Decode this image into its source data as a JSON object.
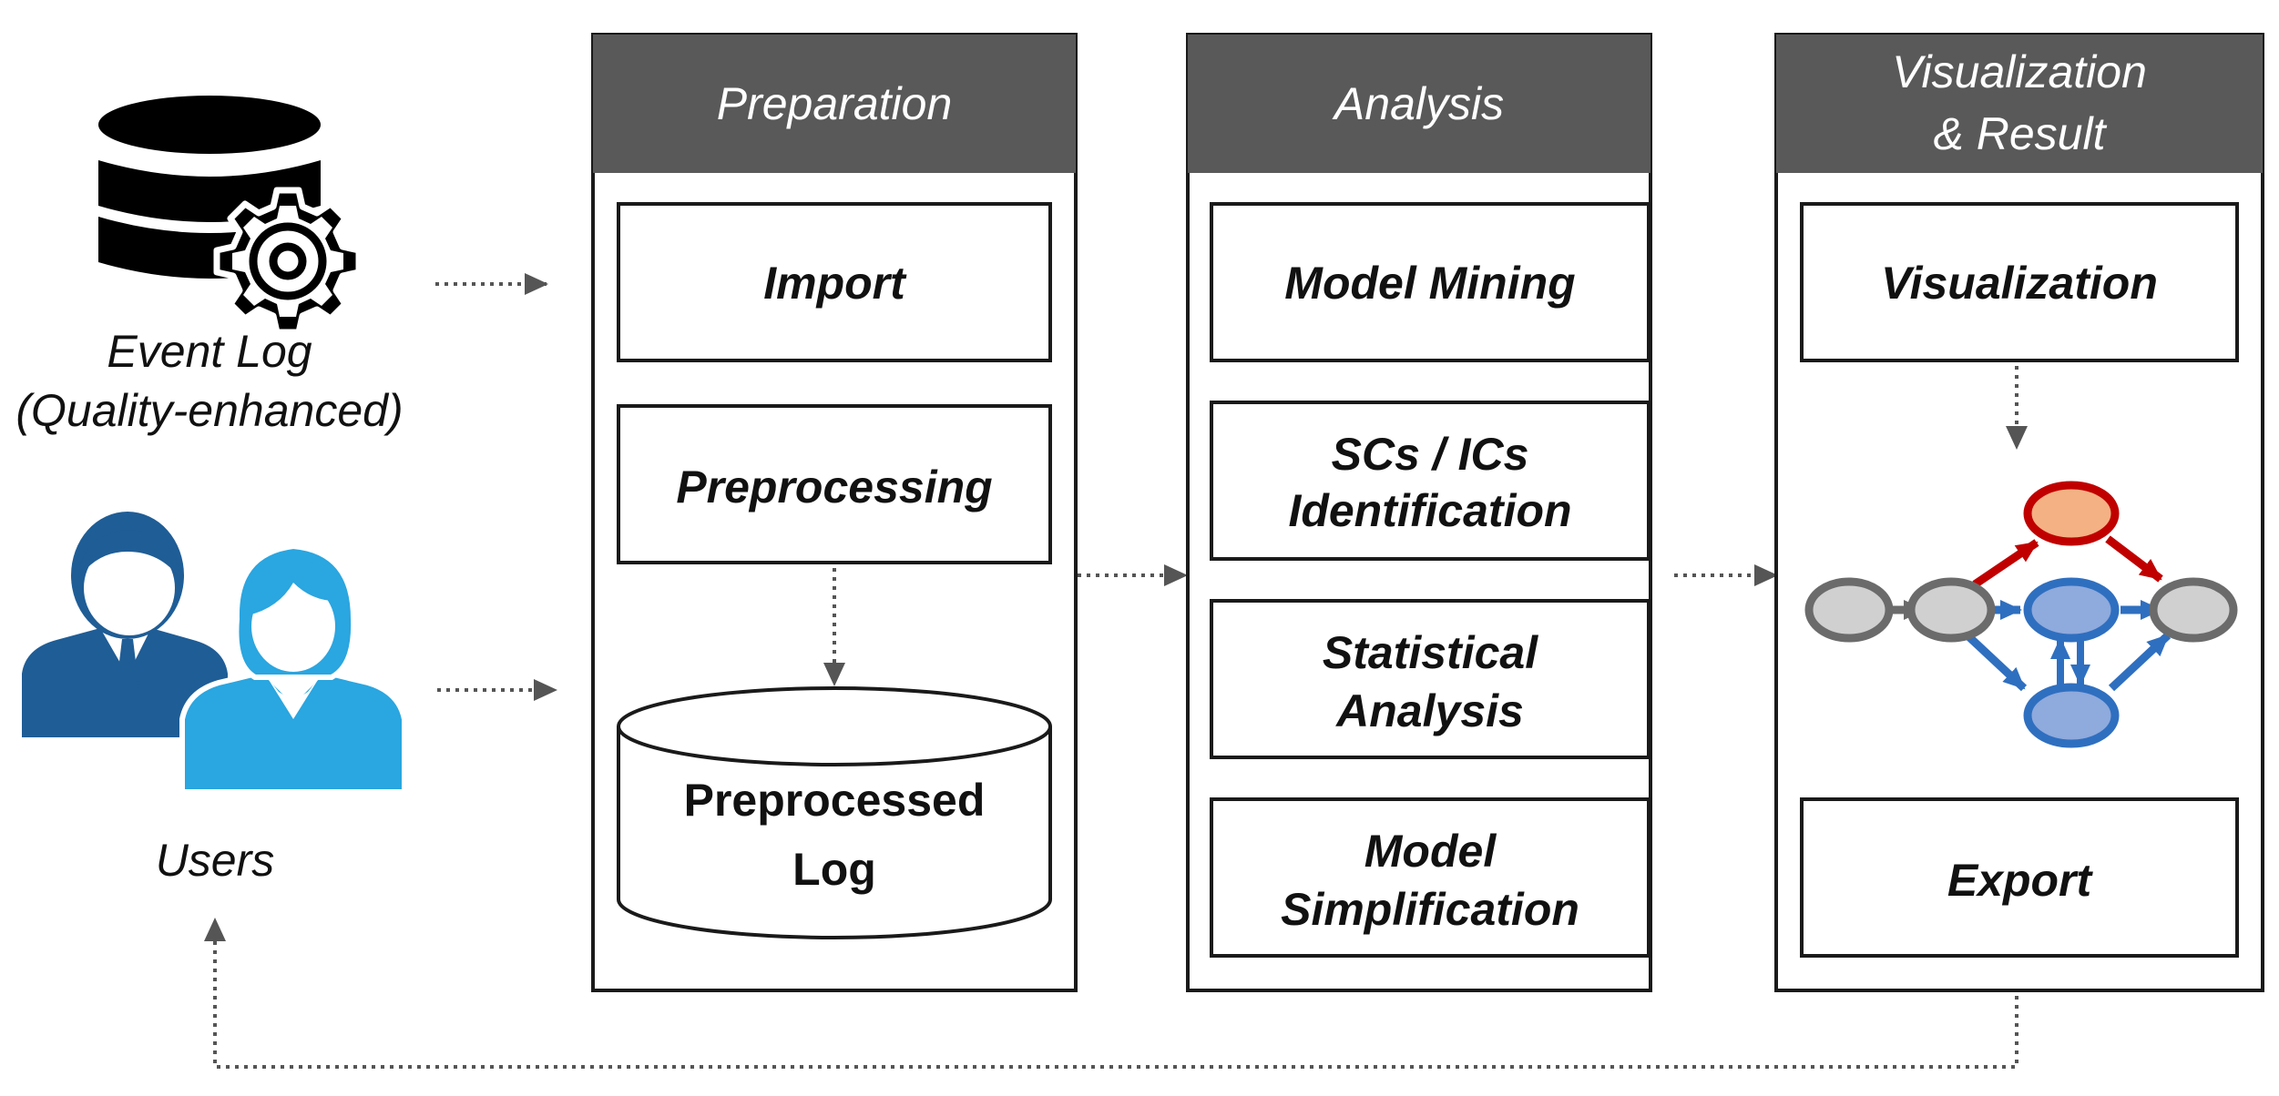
{
  "inputs": {
    "event_log": {
      "line1": "Event Log",
      "line2": "(Quality-enhanced)",
      "icon": "database-gear-icon"
    },
    "users": {
      "label": "Users",
      "icon": "users-icon"
    }
  },
  "stages": [
    {
      "header": [
        "Preparation"
      ],
      "boxes": [
        {
          "lines": [
            "Import"
          ]
        },
        {
          "lines": [
            "Preprocessing"
          ]
        }
      ],
      "storage": {
        "lines": [
          "Preprocessed",
          "Log"
        ]
      }
    },
    {
      "header": [
        "Analysis"
      ],
      "boxes": [
        {
          "lines": [
            "Model Mining"
          ]
        },
        {
          "lines": [
            "SCs / ICs",
            "Identification"
          ]
        },
        {
          "lines": [
            "Statistical",
            "Analysis"
          ]
        },
        {
          "lines": [
            "Model",
            "Simplification"
          ]
        }
      ]
    },
    {
      "header": [
        "Visualization",
        "& Result"
      ],
      "boxes": [
        {
          "lines": [
            "Visualization"
          ]
        },
        {
          "lines": [
            "Export"
          ]
        }
      ]
    }
  ],
  "colors": {
    "header_bg": "#595959",
    "border": "#1a1a1a",
    "user_dark": "#1f5d96",
    "user_light": "#2aa6e0",
    "node_gray": "#d0d0d0",
    "node_gray_stroke": "#6b6b6b",
    "node_red": "#f4b183",
    "node_red_stroke": "#c00000",
    "node_blue": "#8faadc",
    "node_blue_stroke": "#2f6fc0"
  }
}
